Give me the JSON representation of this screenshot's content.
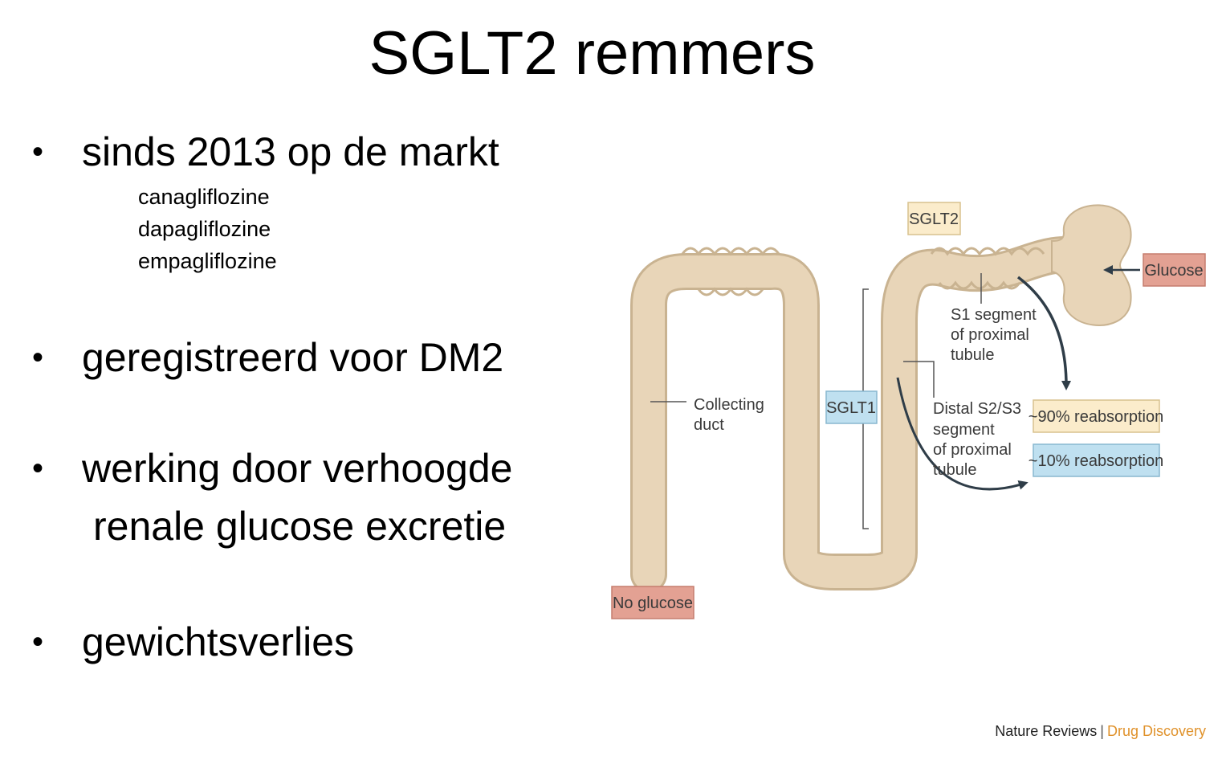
{
  "title": "SGLT2 remmers",
  "bullets": [
    {
      "text": "sinds 2013 op de markt",
      "sub": [
        "canagliflozine",
        "dapagliflozine",
        "empagliflozine"
      ]
    },
    {
      "text": "geregistreerd voor DM2"
    },
    {
      "text": "werking door verhoogde",
      "text2": "renale glucose excretie"
    },
    {
      "text": "gewichtsverlies"
    }
  ],
  "diagram": {
    "labels": {
      "sglt2": "SGLT2",
      "sglt1": "SGLT1",
      "glucose": "Glucose",
      "no_glucose": "No glucose",
      "collecting_duct": [
        "Collecting",
        "duct"
      ],
      "s1_segment": [
        "S1 segment",
        "of proximal",
        "tubule"
      ],
      "distal_segment": [
        "Distal S2/S3",
        "segment",
        "of proximal",
        "tubule"
      ],
      "reabsorption_90": "~90% reabsorption",
      "reabsorption_10": "~10% reabsorption"
    },
    "colors": {
      "tubule": "#e8d5b8",
      "tubule_edge": "#c9b391",
      "sglt2_box": "#fbeccb",
      "sglt1_box": "#bfe0f0",
      "glucose_box": "#e3a193",
      "arrow": "#2f3d48"
    }
  },
  "credit": {
    "journal": "Nature Reviews",
    "separator": "|",
    "section": "Drug Discovery"
  }
}
